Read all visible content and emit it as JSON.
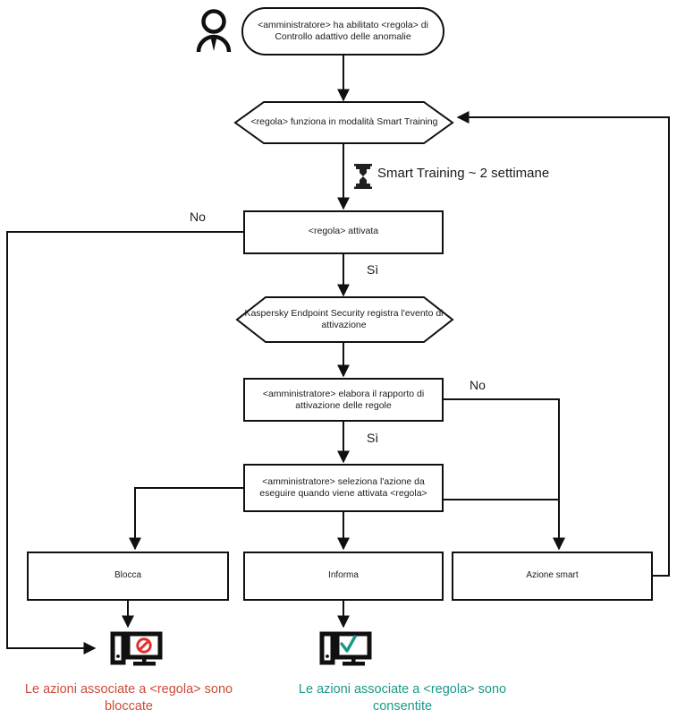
{
  "diagram": {
    "title": "Controllo adattivo delle anomalie - flusso regola",
    "colors": {
      "stroke": "#101010",
      "blocked_text": "#cc4b39",
      "allowed_text": "#1a9988",
      "block_icon_red": "#e03131",
      "allow_icon_green": "#1a9988"
    },
    "actor": {
      "name": "amministratore-actor-icon"
    },
    "nodes": {
      "start": {
        "shape": "rounded",
        "text": "<amministratore> ha abilitato <regola> di\nControllo adattivo delle anomalie"
      },
      "smart_training": {
        "shape": "hexagon",
        "text": "<regola> funziona in modalità Smart Training"
      },
      "rule_activated": {
        "shape": "rect",
        "text": "<regola> attivata"
      },
      "kes_logs_event": {
        "shape": "hexagon",
        "text": "Kaspersky Endpoint Security registra l'evento di\nattivazione"
      },
      "admin_report": {
        "shape": "rect",
        "text": "<amministratore> elabora il rapporto di\nattivazione delle regole"
      },
      "admin_select_action": {
        "shape": "rect",
        "text": "<amministratore> seleziona l'azione da\neseguire quando viene attivata <regola>"
      },
      "action_block": {
        "shape": "rect",
        "text": "Blocca"
      },
      "action_inform": {
        "shape": "rect",
        "text": "Informa"
      },
      "action_smart": {
        "shape": "rect",
        "text": "Azione smart"
      }
    },
    "notes": {
      "training_duration": "Smart Training ~ 2 settimane",
      "hourglass_icon": "hourglass-icon"
    },
    "edge_labels": {
      "rule_activated_no": "No",
      "rule_activated_yes": "Sì",
      "admin_report_no": "No",
      "admin_report_yes": "Sì"
    },
    "icons": {
      "blocked_computer": "computer-blocked-icon",
      "allowed_computer": "computer-allowed-icon"
    },
    "captions": {
      "blocked": "Le azioni associate a <regola> sono\nbloccate",
      "allowed": "Le azioni associate a <regola> sono\nconsentite"
    }
  }
}
